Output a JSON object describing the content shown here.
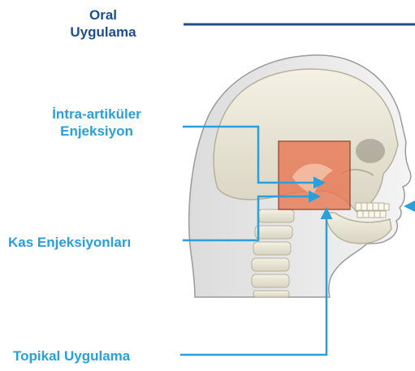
{
  "labels": {
    "oral_line1": "Oral",
    "oral_line2": "Uygulama",
    "intra_line1": "İntra-artiküler",
    "intra_line2": "Enjeksiyon",
    "kas": "Kas Enjeksiyonları",
    "topikal": "Topikal Uygulama"
  },
  "colors": {
    "oral": "#1f4e8c",
    "pointer": "#2a9fd8",
    "highlight": "#e8744f"
  }
}
